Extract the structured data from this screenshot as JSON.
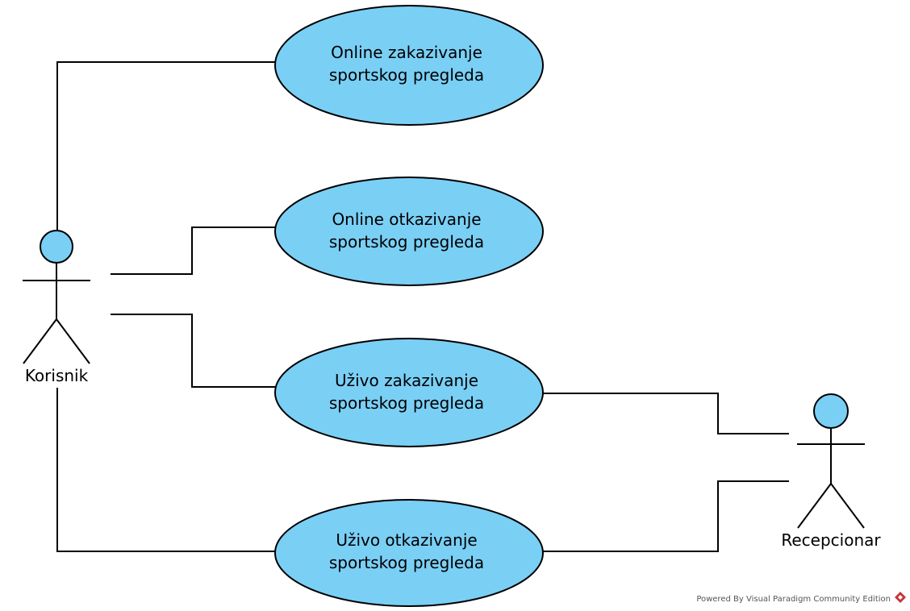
{
  "actors": {
    "korisnik": {
      "name": "Korisnik"
    },
    "recepcionar": {
      "name": "Recepcionar"
    }
  },
  "use_cases": [
    {
      "line1": "Online zakazivanje",
      "line2": "sportskog pregleda"
    },
    {
      "line1": "Online otkazivanje",
      "line2": "sportskog pregleda"
    },
    {
      "line1": "Uživo zakazivanje",
      "line2": "sportskog pregleda"
    },
    {
      "line1": "Uživo otkazivanje",
      "line2": "sportskog pregleda"
    }
  ],
  "footer": {
    "text": "Powered By Visual Paradigm Community Edition",
    "logo_icon": "visual-paradigm-logo-icon"
  },
  "colors": {
    "use_case_fill": "#7ACFF5",
    "actor_head_fill": "#7ACFF5",
    "line": "#000000",
    "logo": "#C8323A"
  }
}
